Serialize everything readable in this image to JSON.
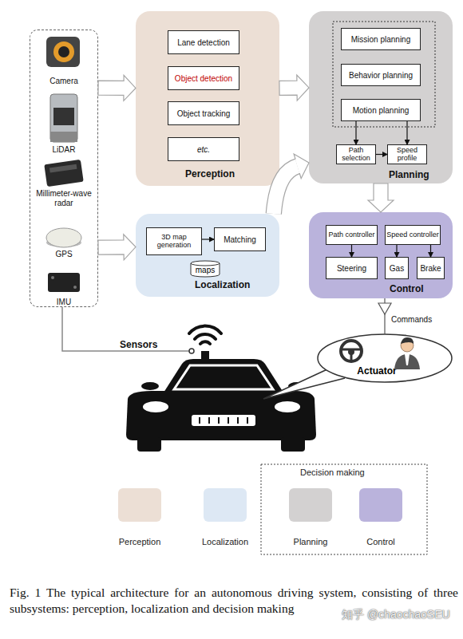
{
  "diagram": {
    "caption": "Fig. 1 The typical architecture for an autonomous driving system, consisting of three subsystems: perception, localization and decision making",
    "nodes": [
      {
        "text": [
          "Camera",
          "LiDAR",
          "Millimeter-wave radar",
          "GPS",
          "IMU"
        ]
      },
      {
        "text": [
          "Perception"
        ]
      },
      {
        "text": [
          "Lane detection"
        ],
        "in": 1
      },
      {
        "text": [
          "Object detection"
        ],
        "in": 1
      },
      {
        "text": [
          "Object tracking"
        ],
        "in": 1
      },
      {
        "text": [
          "etc."
        ],
        "in": 1
      },
      {
        "text": [
          "Planning"
        ]
      },
      {
        "text": [
          "Mission planning"
        ],
        "in": 6
      },
      {
        "text": [
          "Behavior planning"
        ],
        "in": 6
      },
      {
        "text": [
          "Motion planning"
        ],
        "in": 6
      },
      {
        "text": [
          "Path selection"
        ],
        "in": 6
      },
      {
        "text": [
          "Speed profile"
        ],
        "in": 6
      },
      {
        "text": [
          "Localization"
        ]
      },
      {
        "text": [
          "3D map generation"
        ],
        "in": 12
      },
      {
        "text": [
          "Matching"
        ],
        "in": 12
      },
      {
        "text": [
          "maps"
        ],
        "in": 12
      },
      {
        "text": [
          "Control"
        ]
      },
      {
        "text": [
          "Path controller"
        ],
        "in": 16
      },
      {
        "text": [
          "Speed controller"
        ],
        "in": 16
      },
      {
        "text": [
          "Steering"
        ],
        "in": 16
      },
      {
        "text": [
          "Gas"
        ],
        "in": 16
      },
      {
        "text": [
          "Brake"
        ],
        "in": 16
      },
      {
        "text": [
          "Actuator"
        ]
      }
    ],
    "edges": [
      {
        "from": 0,
        "to": 1,
        "arrow": "to"
      },
      {
        "from": 0,
        "to": 12,
        "arrow": "to"
      },
      {
        "from": 1,
        "to": 6,
        "arrow": "to"
      },
      {
        "from": 12,
        "to": 6,
        "arrow": "to"
      },
      {
        "from": 6,
        "to": 16,
        "arrow": "to"
      },
      {
        "from": 9,
        "to": 10,
        "arrow": "to"
      },
      {
        "from": 9,
        "to": 11,
        "arrow": "to"
      },
      {
        "from": 10,
        "to": 11,
        "arrow": "to"
      },
      {
        "from": 13,
        "to": 14,
        "arrow": "to"
      },
      {
        "from": 17,
        "to": 19,
        "arrow": "to"
      },
      {
        "from": 18,
        "to": 20,
        "arrow": "to"
      },
      {
        "from": 18,
        "to": 21,
        "arrow": "to"
      },
      {
        "from": 16,
        "to": 22,
        "label": "Commands",
        "arrow": "to"
      }
    ],
    "labels": [
      "Sensors",
      "Decision making",
      "知乎 @chaochaoSEU"
    ],
    "legend": [
      {
        "text": "Perception",
        "color": "#ecdfd5"
      },
      {
        "text": "Localization",
        "color": "#dde8f4"
      },
      {
        "text": "Planning",
        "color": "#d3d1d1"
      },
      {
        "text": "Control",
        "color": "#bab3dc"
      }
    ]
  }
}
